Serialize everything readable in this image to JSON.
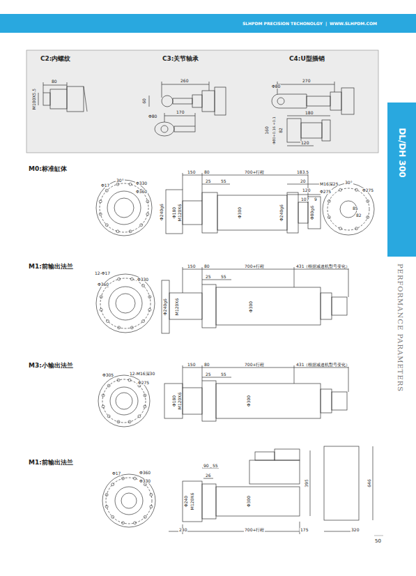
{
  "diagram": {
    "nodes": [
      {
        "text": [
          "SLHPDM PRECISION TECHONOLGY",
          "|",
          "WWW.SLHPDM.COM"
        ]
      },
      {
        "text": [
          "DL/DH 300"
        ]
      }
    ],
    "labels": [
      "C2:内螺纹",
      "C3:关节轴承",
      "C4:U型插销",
      "80",
      "M100X5.5",
      "260",
      "60",
      "170",
      "Φ80",
      "270",
      "Φ80",
      "180",
      "160",
      "Φ80+0.16 +0.1",
      "82",
      "120",
      "M0:标准缸体",
      "Φ17",
      "30°",
      "Φ330",
      "Φ360",
      "150",
      "80",
      "700+行程",
      "183.5",
      "25",
      "55",
      "20",
      "120",
      "107",
      "9",
      "M16深25",
      "30°",
      "Φ275",
      "Φ275",
      "85",
      "82",
      "Φ240g6",
      "Φ180",
      "M120X6",
      "Φ300",
      "Φ240g6",
      "Φ80g6",
      "M1:前输出法兰",
      "12-Φ17",
      "Φ330",
      "Φ360",
      "150",
      "80",
      "700+行程",
      "431（根据减速机型号变化）",
      "25",
      "55",
      "Φ240g6",
      "M120X6",
      "Φ300",
      "M3:小输出法兰",
      "Φ305",
      "12-M16深30",
      "Φ275",
      "150",
      "80",
      "700+行程",
      "431（根据减速机型号变化）",
      "25",
      "55",
      "Φ180",
      "M120X6",
      "Φ300",
      "M1:前输出法兰",
      "Φ17",
      "Φ360",
      "Φ330",
      "90",
      "55",
      "26",
      "Φ240",
      "M120X6",
      "Φ300",
      "395",
      "646",
      "230",
      "700+行程",
      "175",
      "320",
      "PERFORMANCE PARAMETERS",
      "50"
    ]
  }
}
